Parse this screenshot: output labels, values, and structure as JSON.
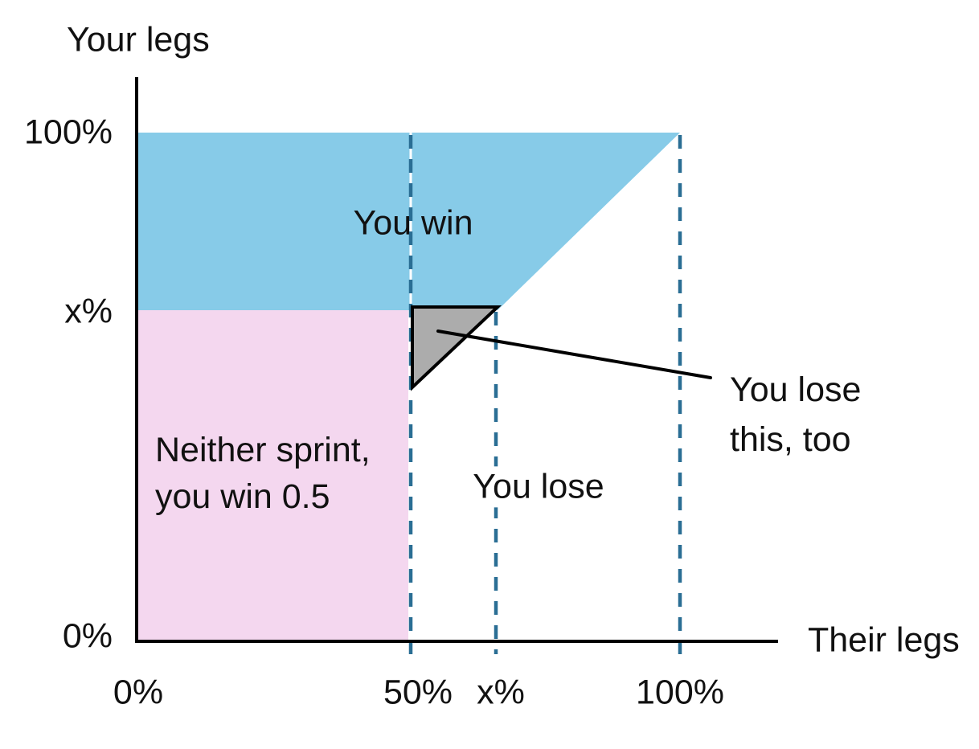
{
  "y_axis": {
    "title": "Your legs",
    "ticks": [
      "100%",
      "x%",
      "0%"
    ]
  },
  "x_axis": {
    "title": "Their legs",
    "ticks": [
      "0%",
      "50%",
      "x%",
      "100%"
    ]
  },
  "regions": {
    "win_label": "You win",
    "neither_line1": "Neither sprint,",
    "neither_line2": "you win 0.5",
    "lose_label": "You lose",
    "lose_too_line1": "You lose",
    "lose_too_line2": "this, too"
  },
  "colors": {
    "win_region": "#87CBE8",
    "neither_region": "#F4D7EF",
    "lose_triangle": "#ACACAC",
    "dashed_line": "#2A6E94",
    "axis": "#000000",
    "text": "#111111"
  }
}
